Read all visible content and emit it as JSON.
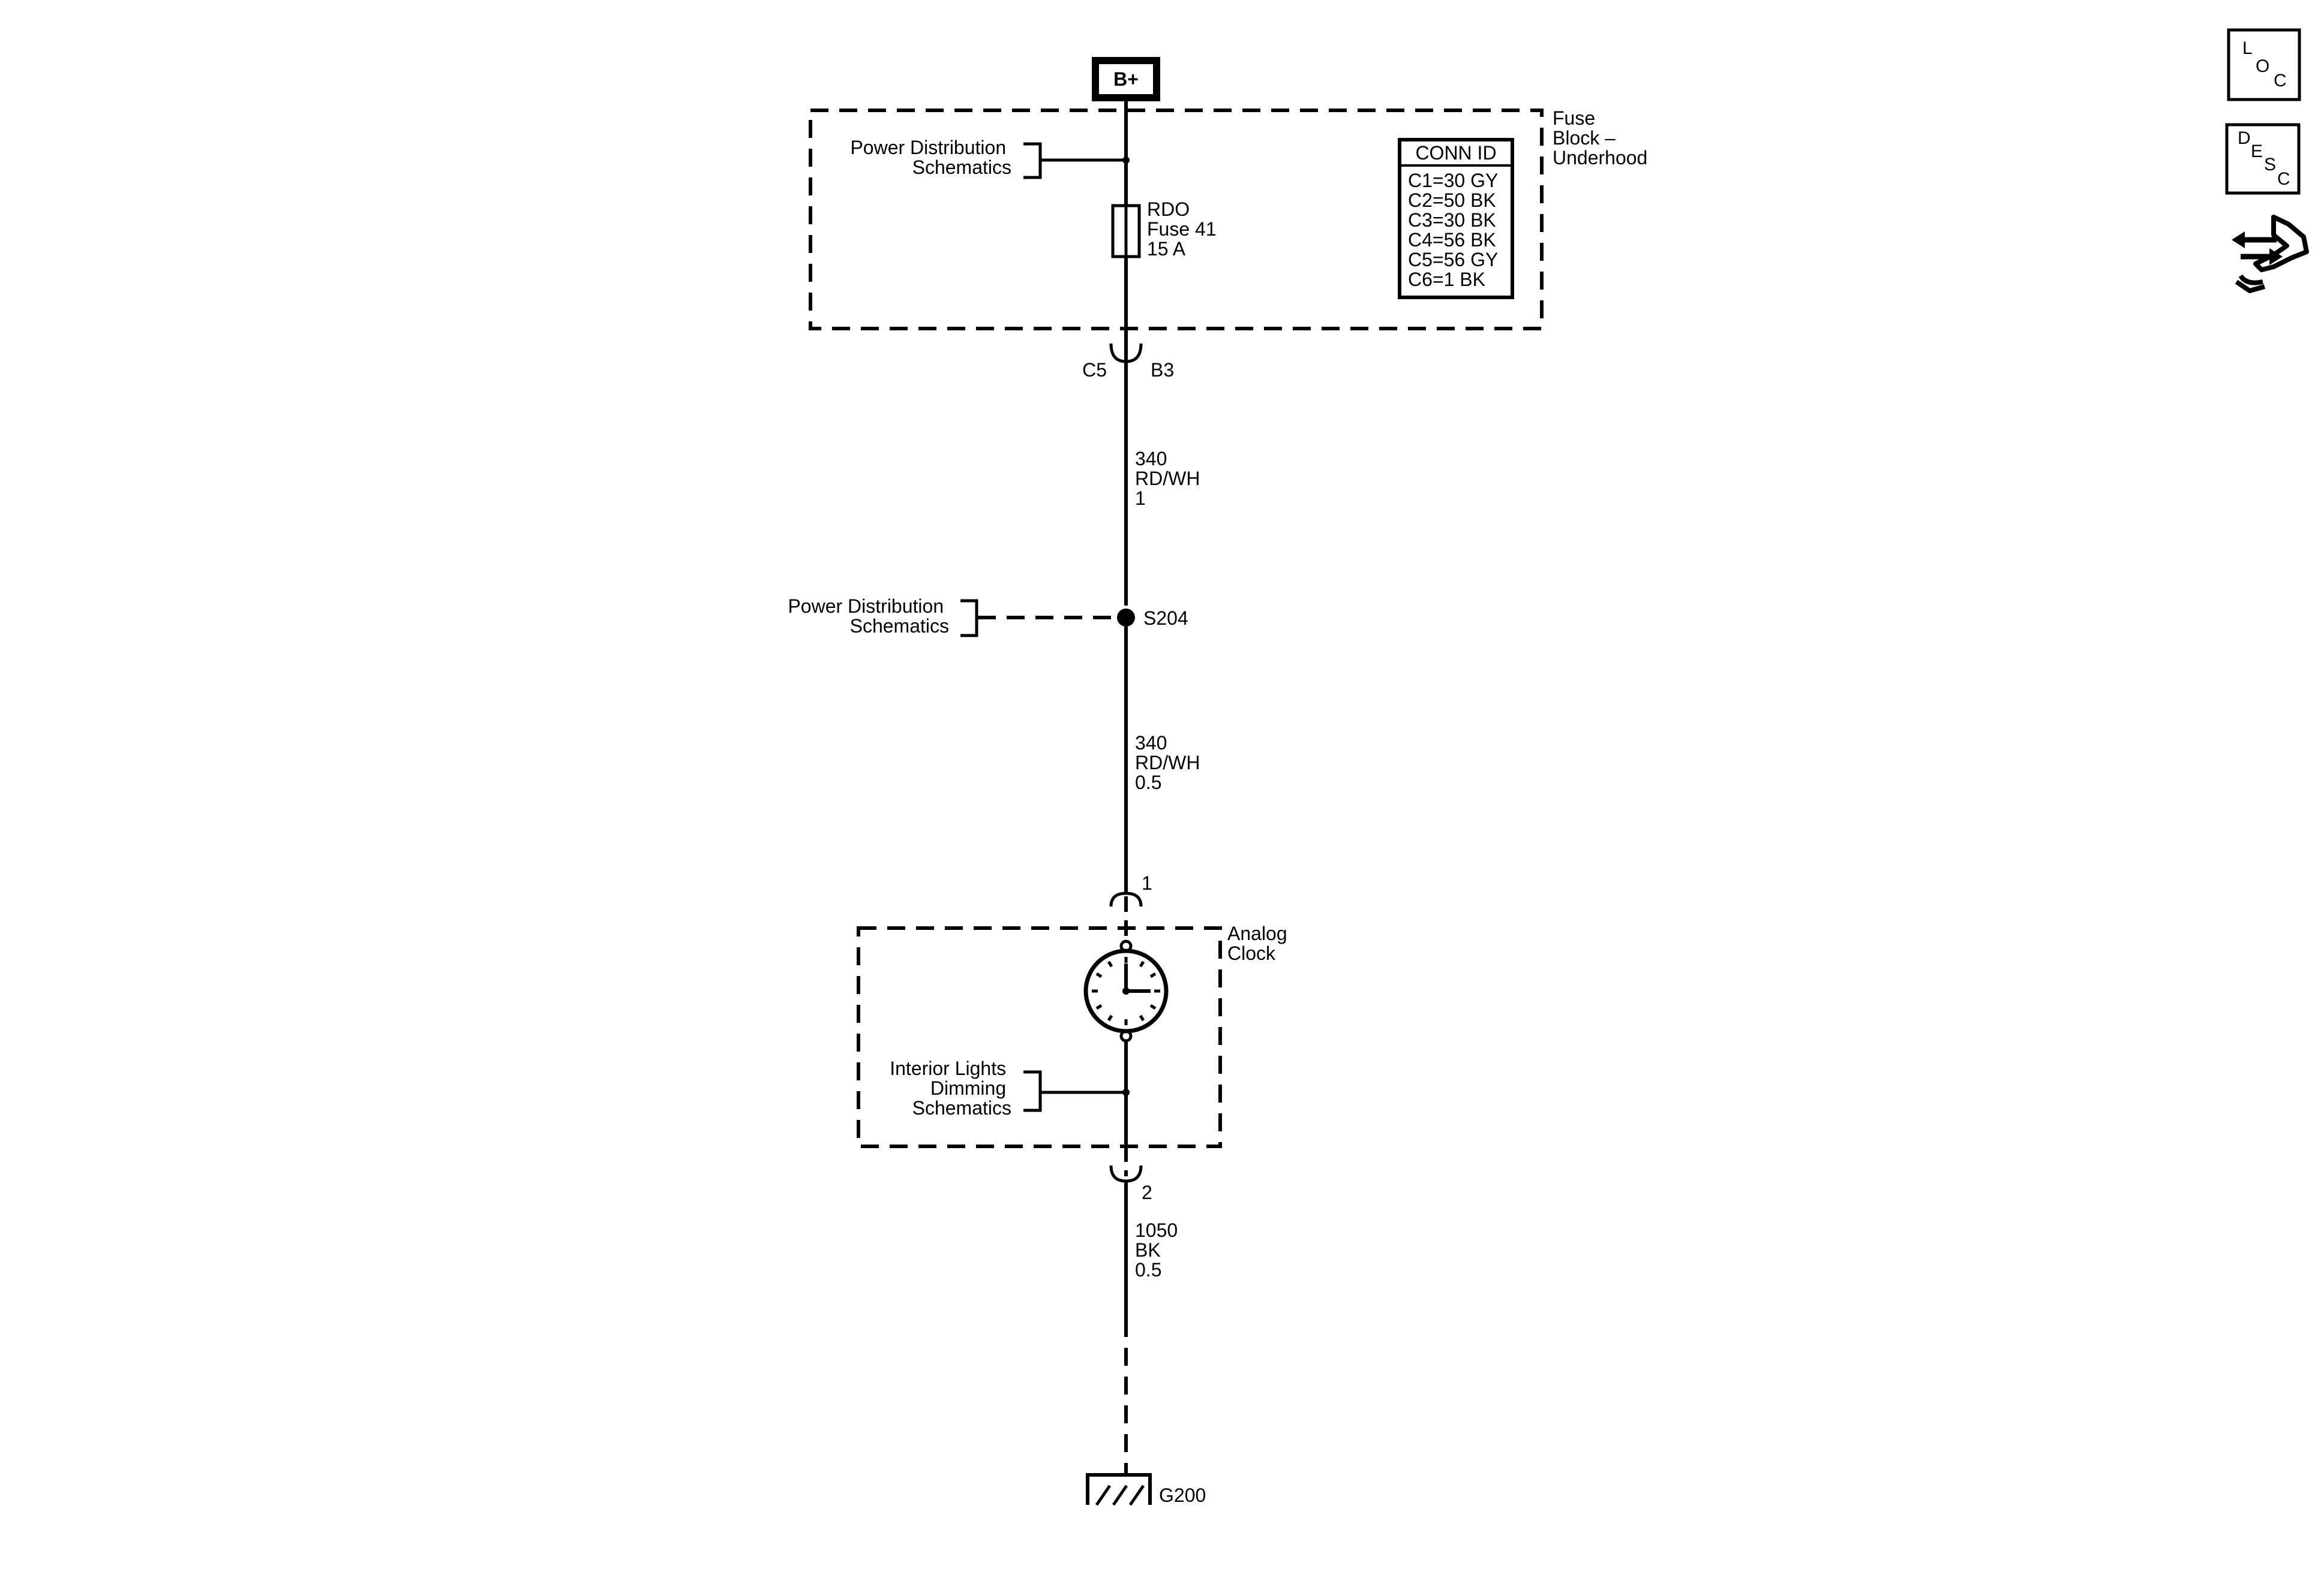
{
  "power_source": {
    "label": "B+"
  },
  "fuse_block": {
    "name_lines": [
      "Fuse",
      "Block –",
      "Underhood"
    ],
    "link": {
      "lines": [
        "Power Distribution",
        "Schematics"
      ]
    },
    "fuse": {
      "lines": [
        "RDO",
        "Fuse 41",
        "15 A"
      ]
    },
    "conn_table": {
      "header": "CONN ID",
      "rows": [
        "C1=30 GY",
        "C2=50 BK",
        "C3=30 BK",
        "C4=56 BK",
        "C5=56 GY",
        "C6=1 BK"
      ]
    }
  },
  "connector_top": {
    "left": "C5",
    "right": "B3"
  },
  "wire_1": {
    "lines": [
      "340",
      "RD/WH",
      "1"
    ]
  },
  "splice": {
    "name": "S204",
    "link": {
      "lines": [
        "Power Distribution",
        "Schematics"
      ]
    }
  },
  "wire_2": {
    "lines": [
      "340",
      "RD/WH",
      "0.5"
    ]
  },
  "clock": {
    "pin_in": "1",
    "pin_out": "2",
    "name_lines": [
      "Analog",
      "Clock"
    ],
    "link": {
      "lines": [
        "Interior Lights",
        "Dimming",
        "Schematics"
      ]
    }
  },
  "wire_3": {
    "lines": [
      "1050",
      "BK",
      "0.5"
    ]
  },
  "ground": {
    "name": "G200"
  },
  "nav": {
    "loc": [
      "L",
      "O",
      "C"
    ],
    "desc": [
      "D",
      "E",
      "S",
      "C"
    ],
    "connector_icon": "connector-end-view-icon"
  }
}
